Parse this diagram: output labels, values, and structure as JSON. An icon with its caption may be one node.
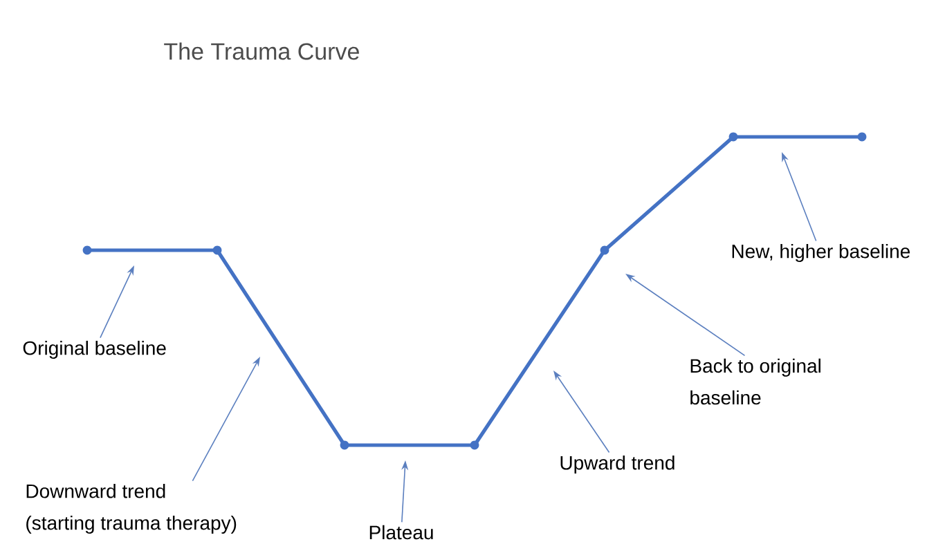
{
  "diagram": {
    "title": "The Trauma Curve",
    "nodes": [
      {
        "text": [
          "Original baseline"
        ]
      },
      {
        "text": [
          "Downward trend (starting trauma therapy)"
        ]
      },
      {
        "text": [
          "Plateau"
        ]
      },
      {
        "text": [
          "Upward trend"
        ]
      },
      {
        "text": [
          "Back to original baseline"
        ]
      },
      {
        "text": [
          "New, higher baseline"
        ]
      }
    ],
    "edges": [
      {
        "from": 0,
        "to": null,
        "arrow": "to"
      },
      {
        "from": 1,
        "to": null,
        "arrow": "to"
      },
      {
        "from": 2,
        "to": null,
        "arrow": "to"
      },
      {
        "from": 3,
        "to": null,
        "arrow": "to"
      },
      {
        "from": 4,
        "to": null,
        "arrow": "to"
      },
      {
        "from": 5,
        "to": null,
        "arrow": "to"
      }
    ]
  }
}
